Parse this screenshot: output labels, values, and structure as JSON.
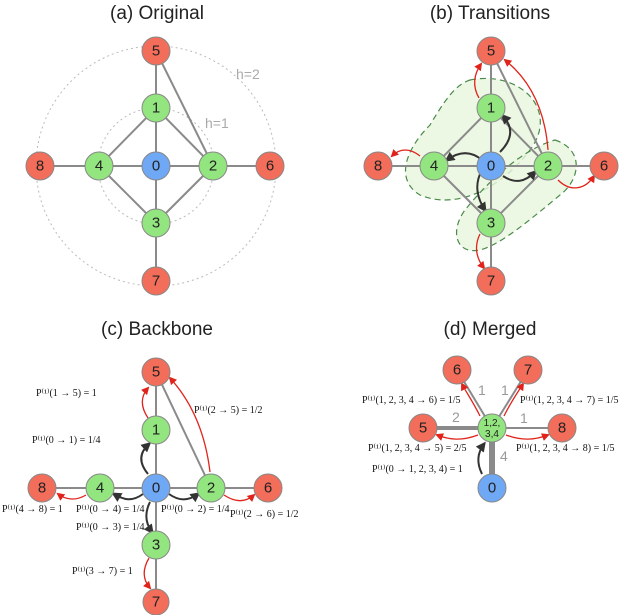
{
  "colors": {
    "blue": "#6fa8f4",
    "green": "#93e57f",
    "red": "#f26d5a",
    "edge": "#8a8a8a",
    "arrow_red": "#e0241c",
    "arrow_dark": "#333333",
    "ring": "#bbbbbb",
    "shade": "#e8f6dd"
  },
  "panels": {
    "a": {
      "title": "(a) Original",
      "h1": "h=1",
      "h2": "h=2"
    },
    "b": {
      "title": "(b) Transitions"
    },
    "c": {
      "title": "(c) Backbone",
      "annotations": {
        "p15": "P⁽¹⁾(1 → 5) = 1",
        "p25": "P⁽¹⁾(2 → 5) = 1/2",
        "p01": "P⁽¹⁾(0 → 1) = 1/4",
        "p48": "P⁽¹⁾(4 → 8) = 1",
        "p04": "P⁽¹⁾(0 → 4) = 1/4",
        "p02": "P⁽¹⁾(0 → 2) = 1/4",
        "p26": "P⁽¹⁾(2 → 6) = 1/2",
        "p03": "P⁽¹⁾(0 → 3) = 1/4",
        "p37": "P⁽¹⁾(3 → 7) = 1"
      }
    },
    "d": {
      "title": "(d) Merged",
      "merged_line1": "1,2,",
      "merged_line2": "3,4",
      "weights": {
        "w6": "1",
        "w7": "1",
        "w5": "2",
        "w8": "1",
        "w0": "4"
      },
      "annotations": {
        "p6": "P⁽¹⁾(1, 2, 3, 4 → 6) = 1/5",
        "p7": "P⁽¹⁾(1, 2, 3, 4 → 7) = 1/5",
        "p5": "P⁽¹⁾(1, 2, 3, 4 → 5) = 2/5",
        "p8": "P⁽¹⁾(1, 2, 3, 4 → 8) = 1/5",
        "p0": "P⁽¹⁾(0 → 1, 2, 3, 4) = 1"
      }
    }
  },
  "nodes": {
    "n0": "0",
    "n1": "1",
    "n2": "2",
    "n3": "3",
    "n4": "4",
    "n5": "5",
    "n6": "6",
    "n7": "7",
    "n8": "8"
  }
}
